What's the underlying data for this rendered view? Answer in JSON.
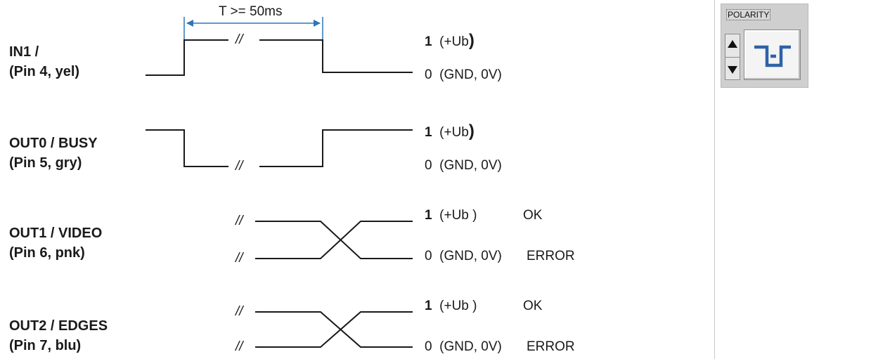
{
  "signals": [
    {
      "name": "IN1 /",
      "pin": "(Pin 4, yel)"
    },
    {
      "name": "OUT0 / BUSY",
      "pin": "(Pin 5, gry)"
    },
    {
      "name": "OUT1 / VIDEO",
      "pin": "(Pin 6, pnk)"
    },
    {
      "name": "OUT2 / EDGES",
      "pin": "(Pin 7, blu)"
    }
  ],
  "levels": {
    "high_num": "1",
    "high_text": "(+Ub",
    "high_paren": ")",
    "high_text_spaced": "(+Ub )",
    "low_num": "0",
    "low_text": "(GND, 0V)"
  },
  "status": {
    "ok": "OK",
    "error": "ERROR"
  },
  "timing": {
    "label": "T >= 50ms",
    "break_mark": "//"
  },
  "polarity": {
    "label": "POLARITY",
    "icon": "inverted-pulse-icon"
  },
  "colors": {
    "waveform": "#1a1a1a",
    "arrow": "#2e75b6",
    "polarity_icon": "#2e62a8",
    "panel": "#cfcfcf"
  }
}
